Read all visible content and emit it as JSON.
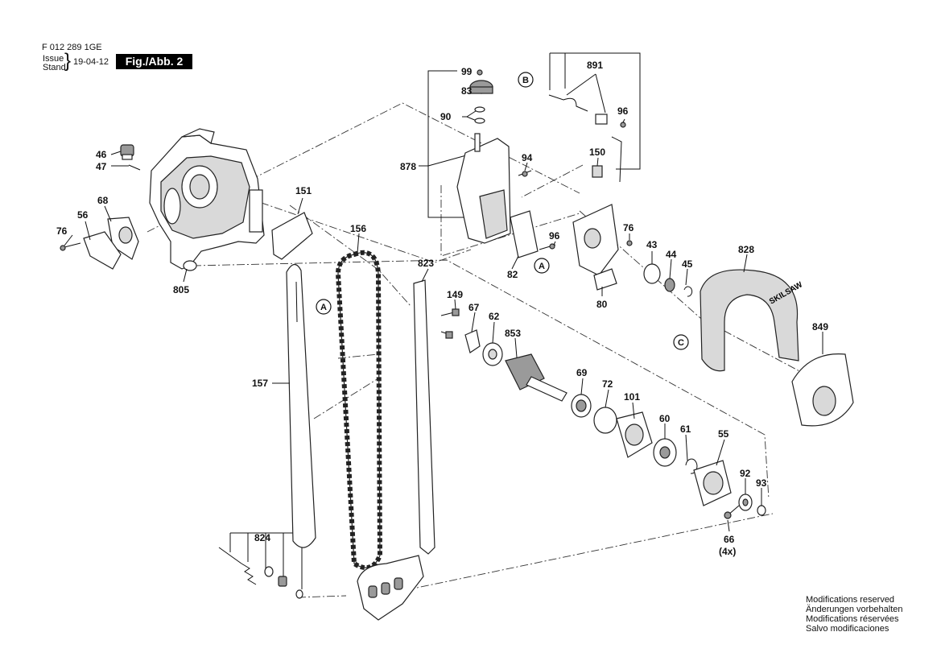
{
  "header": {
    "doc_number": "F 012 289 1GE",
    "issue_label": "Issue",
    "stand_label": "Stand",
    "date": "19-04-12",
    "figure_label": "Fig./Abb. 2"
  },
  "footer": {
    "modifications": [
      "Modifications reserved",
      "Änderungen vorbehalten",
      "Modifications réservées",
      "Salvo modificaciones"
    ]
  },
  "parts": {
    "p99": "99",
    "p83": "83",
    "p90": "90",
    "p878": "878",
    "p94": "94",
    "p891": "891",
    "p96a": "96",
    "p150": "150",
    "p96b": "96",
    "p82": "82",
    "p76a": "76",
    "p43": "43",
    "p44": "44",
    "p45": "45",
    "p80": "80",
    "p828": "828",
    "p849": "849",
    "p46": "46",
    "p47": "47",
    "p68": "68",
    "p56": "56",
    "p76b": "76",
    "p805": "805",
    "p151": "151",
    "p156": "156",
    "p823": "823",
    "p149": "149",
    "p67": "67",
    "p62": "62",
    "p853": "853",
    "p157": "157",
    "p69": "69",
    "p72": "72",
    "p101": "101",
    "p60": "60",
    "p61": "61",
    "p55": "55",
    "p92": "92",
    "p93": "93",
    "p66": "66",
    "p66qty": "(4x)",
    "p824": "824"
  },
  "refs": {
    "A": "A",
    "B": "B",
    "C": "C"
  },
  "brand_mark": "SKILSAW"
}
